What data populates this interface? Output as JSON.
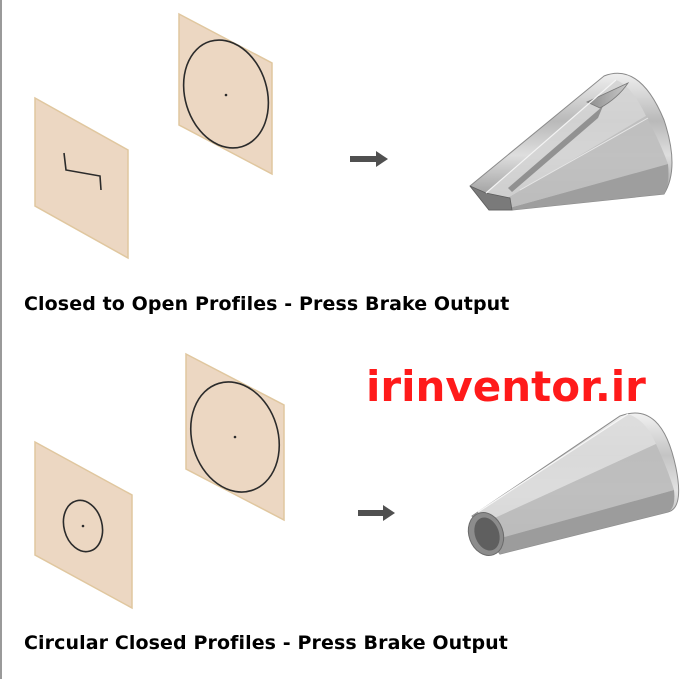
{
  "diagram": {
    "watermark": "irinventor.ir",
    "colors": {
      "sketch_plane_fill": "#ecd7c2",
      "sketch_plane_edge": "#e0c79f",
      "sketch_line": "#2b2b2b",
      "arrow": "#505050",
      "metal_light": "#d8d8d8",
      "metal_mid": "#a9a9a9",
      "metal_dark": "#7a7a7a",
      "watermark": "#ff1a1a"
    },
    "panels": [
      {
        "id": "closed-to-open",
        "caption": "Closed to Open Profiles - Press Brake Output",
        "start_profile": "open-channel",
        "end_profile": "circle",
        "result": "slotted-cone"
      },
      {
        "id": "circular-closed",
        "caption": "Circular Closed Profiles - Press Brake Output",
        "start_profile": "circle",
        "end_profile": "circle",
        "result": "closed-cone"
      }
    ]
  }
}
